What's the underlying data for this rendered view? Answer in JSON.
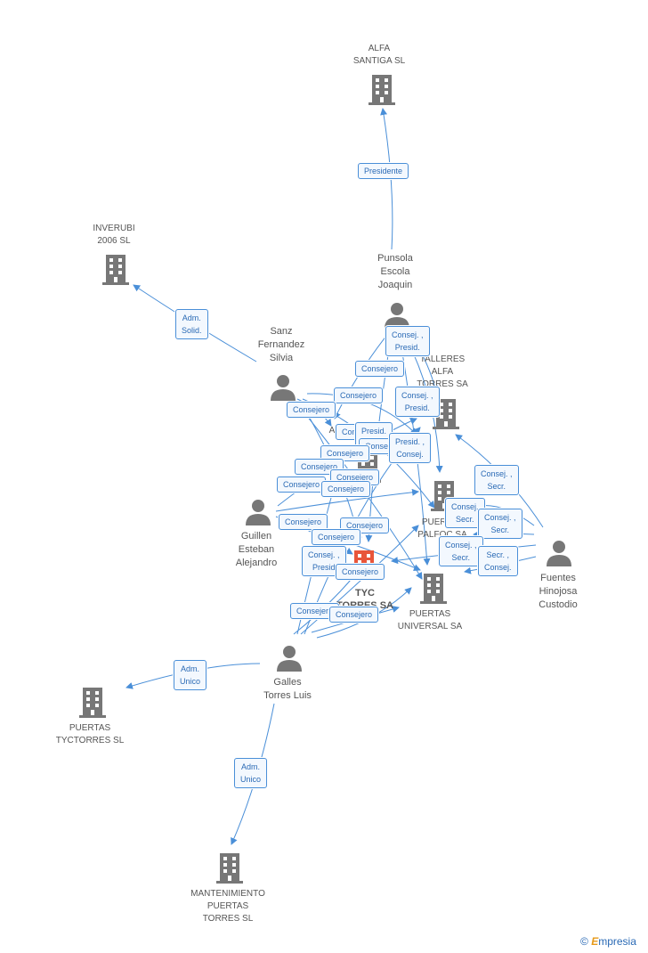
{
  "companies": {
    "alfa_santiga": "ALFA\nSANTIGA SL",
    "inverubi": "INVERUBI\n2006 SL",
    "talleres_alfa": "TALLERES\nALFA\nTORRES SA",
    "puertas_palfoc": "PUERTAS\nPALFOC SA",
    "tyc": "TYC\nTORRES SA",
    "puertas_universal": "PUERTAS\nUNIVERSAL SA",
    "puertas_tyctorres": "PUERTAS\nTYCTORRES  SL",
    "mantenimiento": "MANTENIMIENTO\nPUERTAS\nTORRES SL",
    "center_a": "A"
  },
  "persons": {
    "punsola": "Punsola\nEscola\nJoaquin",
    "sanz": "Sanz\nFernandez\nSilvia",
    "guillen": "Guillen\nEsteban\nAlejandro",
    "fuentes": "Fuentes\nHinojosa\nCustodio",
    "galles": "Galles\nTorres Luis"
  },
  "roles": {
    "presidente": "Presidente",
    "adm_solid": "Adm.\nSolid.",
    "consej_presid": "Consej. ,\nPresid.",
    "consejero": "Consejero",
    "presid_consej": "Presid. ,\nConsej.",
    "consej_secr": "Consej. ,\nSecr.",
    "secr_consej": "Secr. ,\nConsej.",
    "consej_presid_trunc": "Consej. ,\nPresid",
    "presid_trunc": "Presid.",
    "conse_trunc": "Conse",
    "cons_trunc": "Con",
    "consej_secr_trunc": "Consej.\nSecr.",
    "adm_unico": "Adm.\nUnico"
  },
  "colors": {
    "edge": "#4a8fd8",
    "icon": "#777777",
    "focus": "#e8553a",
    "label": "#555555"
  },
  "footer": {
    "copyright": "©",
    "brand_e": "E",
    "brand_rest": "mpresia"
  }
}
